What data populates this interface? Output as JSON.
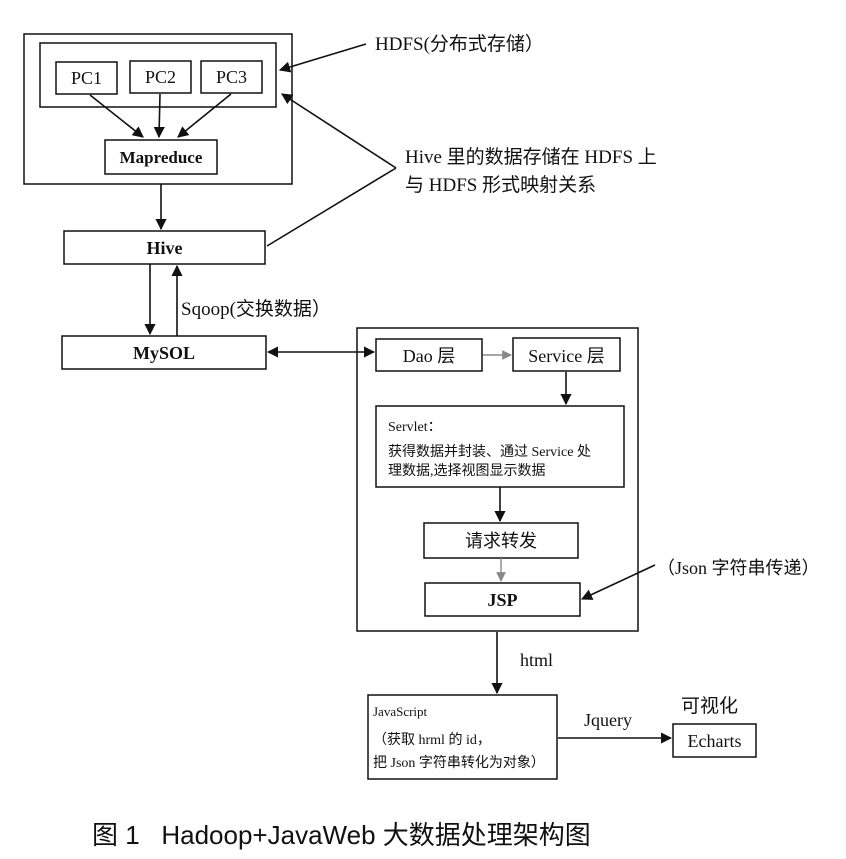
{
  "nodes": {
    "pc1": "PC1",
    "pc2": "PC2",
    "pc3": "PC3",
    "mapreduce": "Mapreduce",
    "hive": "Hive",
    "mysql": "MySOL",
    "dao": "Dao 层",
    "service": "Service 层",
    "servlet": [
      "Servlet：",
      "获得数据并封装、通过 Service 处",
      "理数据,选择视图显示数据"
    ],
    "forward": "请求转发",
    "jsp": "JSP",
    "javascript": [
      "JavaScript",
      "（获取 hrml 的 id，",
      "把 Json 字符串转化为对象）"
    ],
    "echarts": "Echarts"
  },
  "annotations": {
    "hdfs": "HDFS(分布式存储）",
    "hive_mapping": [
      "Hive 里的数据存储在 HDFS 上",
      "与 HDFS 形式映射关系"
    ],
    "sqoop": "Sqoop(交换数据）",
    "json_pass": "（Json 字符串传递）",
    "html": "html",
    "jquery": "Jquery",
    "visual": "可视化"
  },
  "caption": "图 1   Hadoop+JavaWeb 大数据处理架构图"
}
